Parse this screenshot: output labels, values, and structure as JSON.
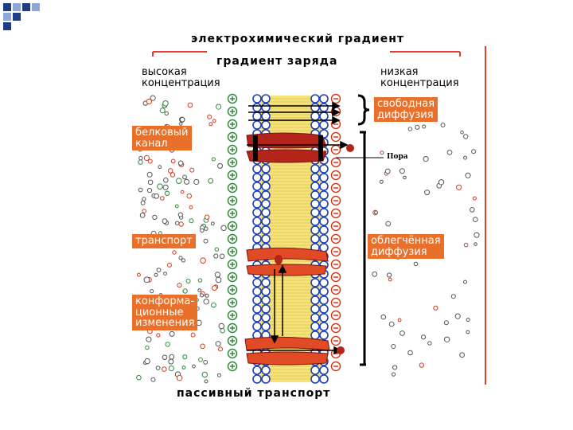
{
  "colors": {
    "corner_dark": "#1f3c88",
    "corner_light": "#8ea7d9",
    "header_line": "#e04030",
    "right_rule": "#e04030",
    "ion_green": "#2e8b3a",
    "ion_red": "#d43b1c",
    "bead_blue": "#1c3fb8",
    "protein_red": "#b3241b",
    "box_orange": "#e8702a",
    "lipid_yellow": "#f4e27a"
  },
  "labels": {
    "electrochemical_gradient": "электрохимический градиент",
    "charge_gradient": "градиент заряда",
    "high_concentration_1": "высокая",
    "high_concentration_2": "концентрация",
    "low_concentration_1": "низкая",
    "low_concentration_2": "концентрация",
    "free_diffusion_1": "свободная",
    "free_diffusion_2": "диффузия",
    "protein_channel_1": "белковый",
    "protein_channel_2": "канал",
    "pore": "Пора",
    "transport": "транспорт",
    "facilitated_diffusion_1": "облегчённая",
    "facilitated_diffusion_2": "диффузия",
    "conformational_1": "конформа-",
    "conformational_2": "ционные",
    "conformational_3": "изменения",
    "passive_transport": "пассивный транспорт"
  },
  "icons": {
    "plus_ion": "plus-ion-icon",
    "minus_ion": "minus-ion-icon"
  }
}
